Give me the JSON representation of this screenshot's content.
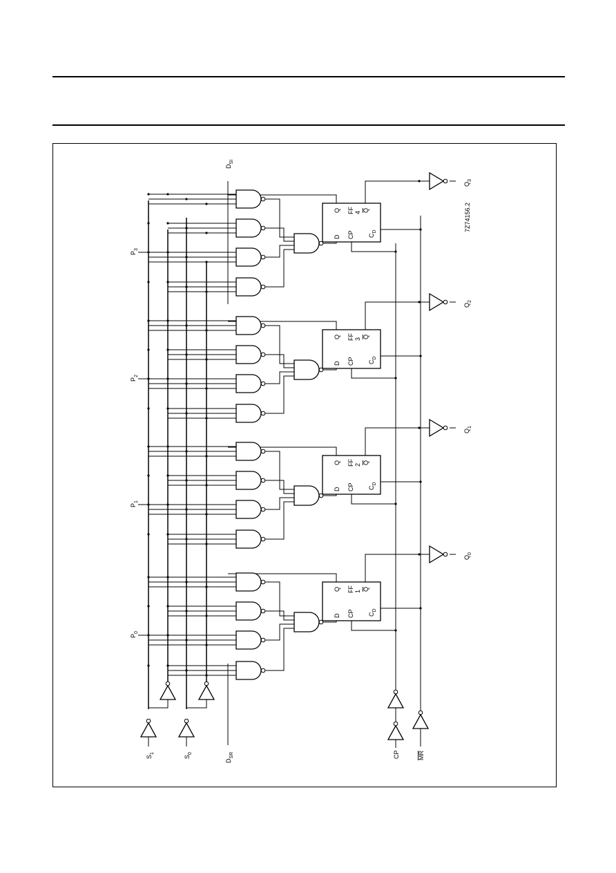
{
  "diagram": {
    "figure_code": "7Z74156.2",
    "inputs": {
      "s1": "S1",
      "s0": "S0",
      "dsr": "DSR",
      "dsl": "DSI",
      "cp": "CP",
      "mr": "MR",
      "p0": "P0",
      "p1": "P1",
      "p2": "P2",
      "p3": "P3"
    },
    "outputs": {
      "q0": "Q0",
      "q1": "Q1",
      "q2": "Q2",
      "q3": "Q3"
    },
    "flip_flops": [
      {
        "name": "FF",
        "number": "1"
      },
      {
        "name": "FF",
        "number": "2"
      },
      {
        "name": "FF",
        "number": "3"
      },
      {
        "name": "FF",
        "number": "4"
      }
    ],
    "ff_pins": {
      "d": "D",
      "cp": "CP",
      "q": "Q",
      "qbar": "Q",
      "cd": "CD"
    }
  }
}
